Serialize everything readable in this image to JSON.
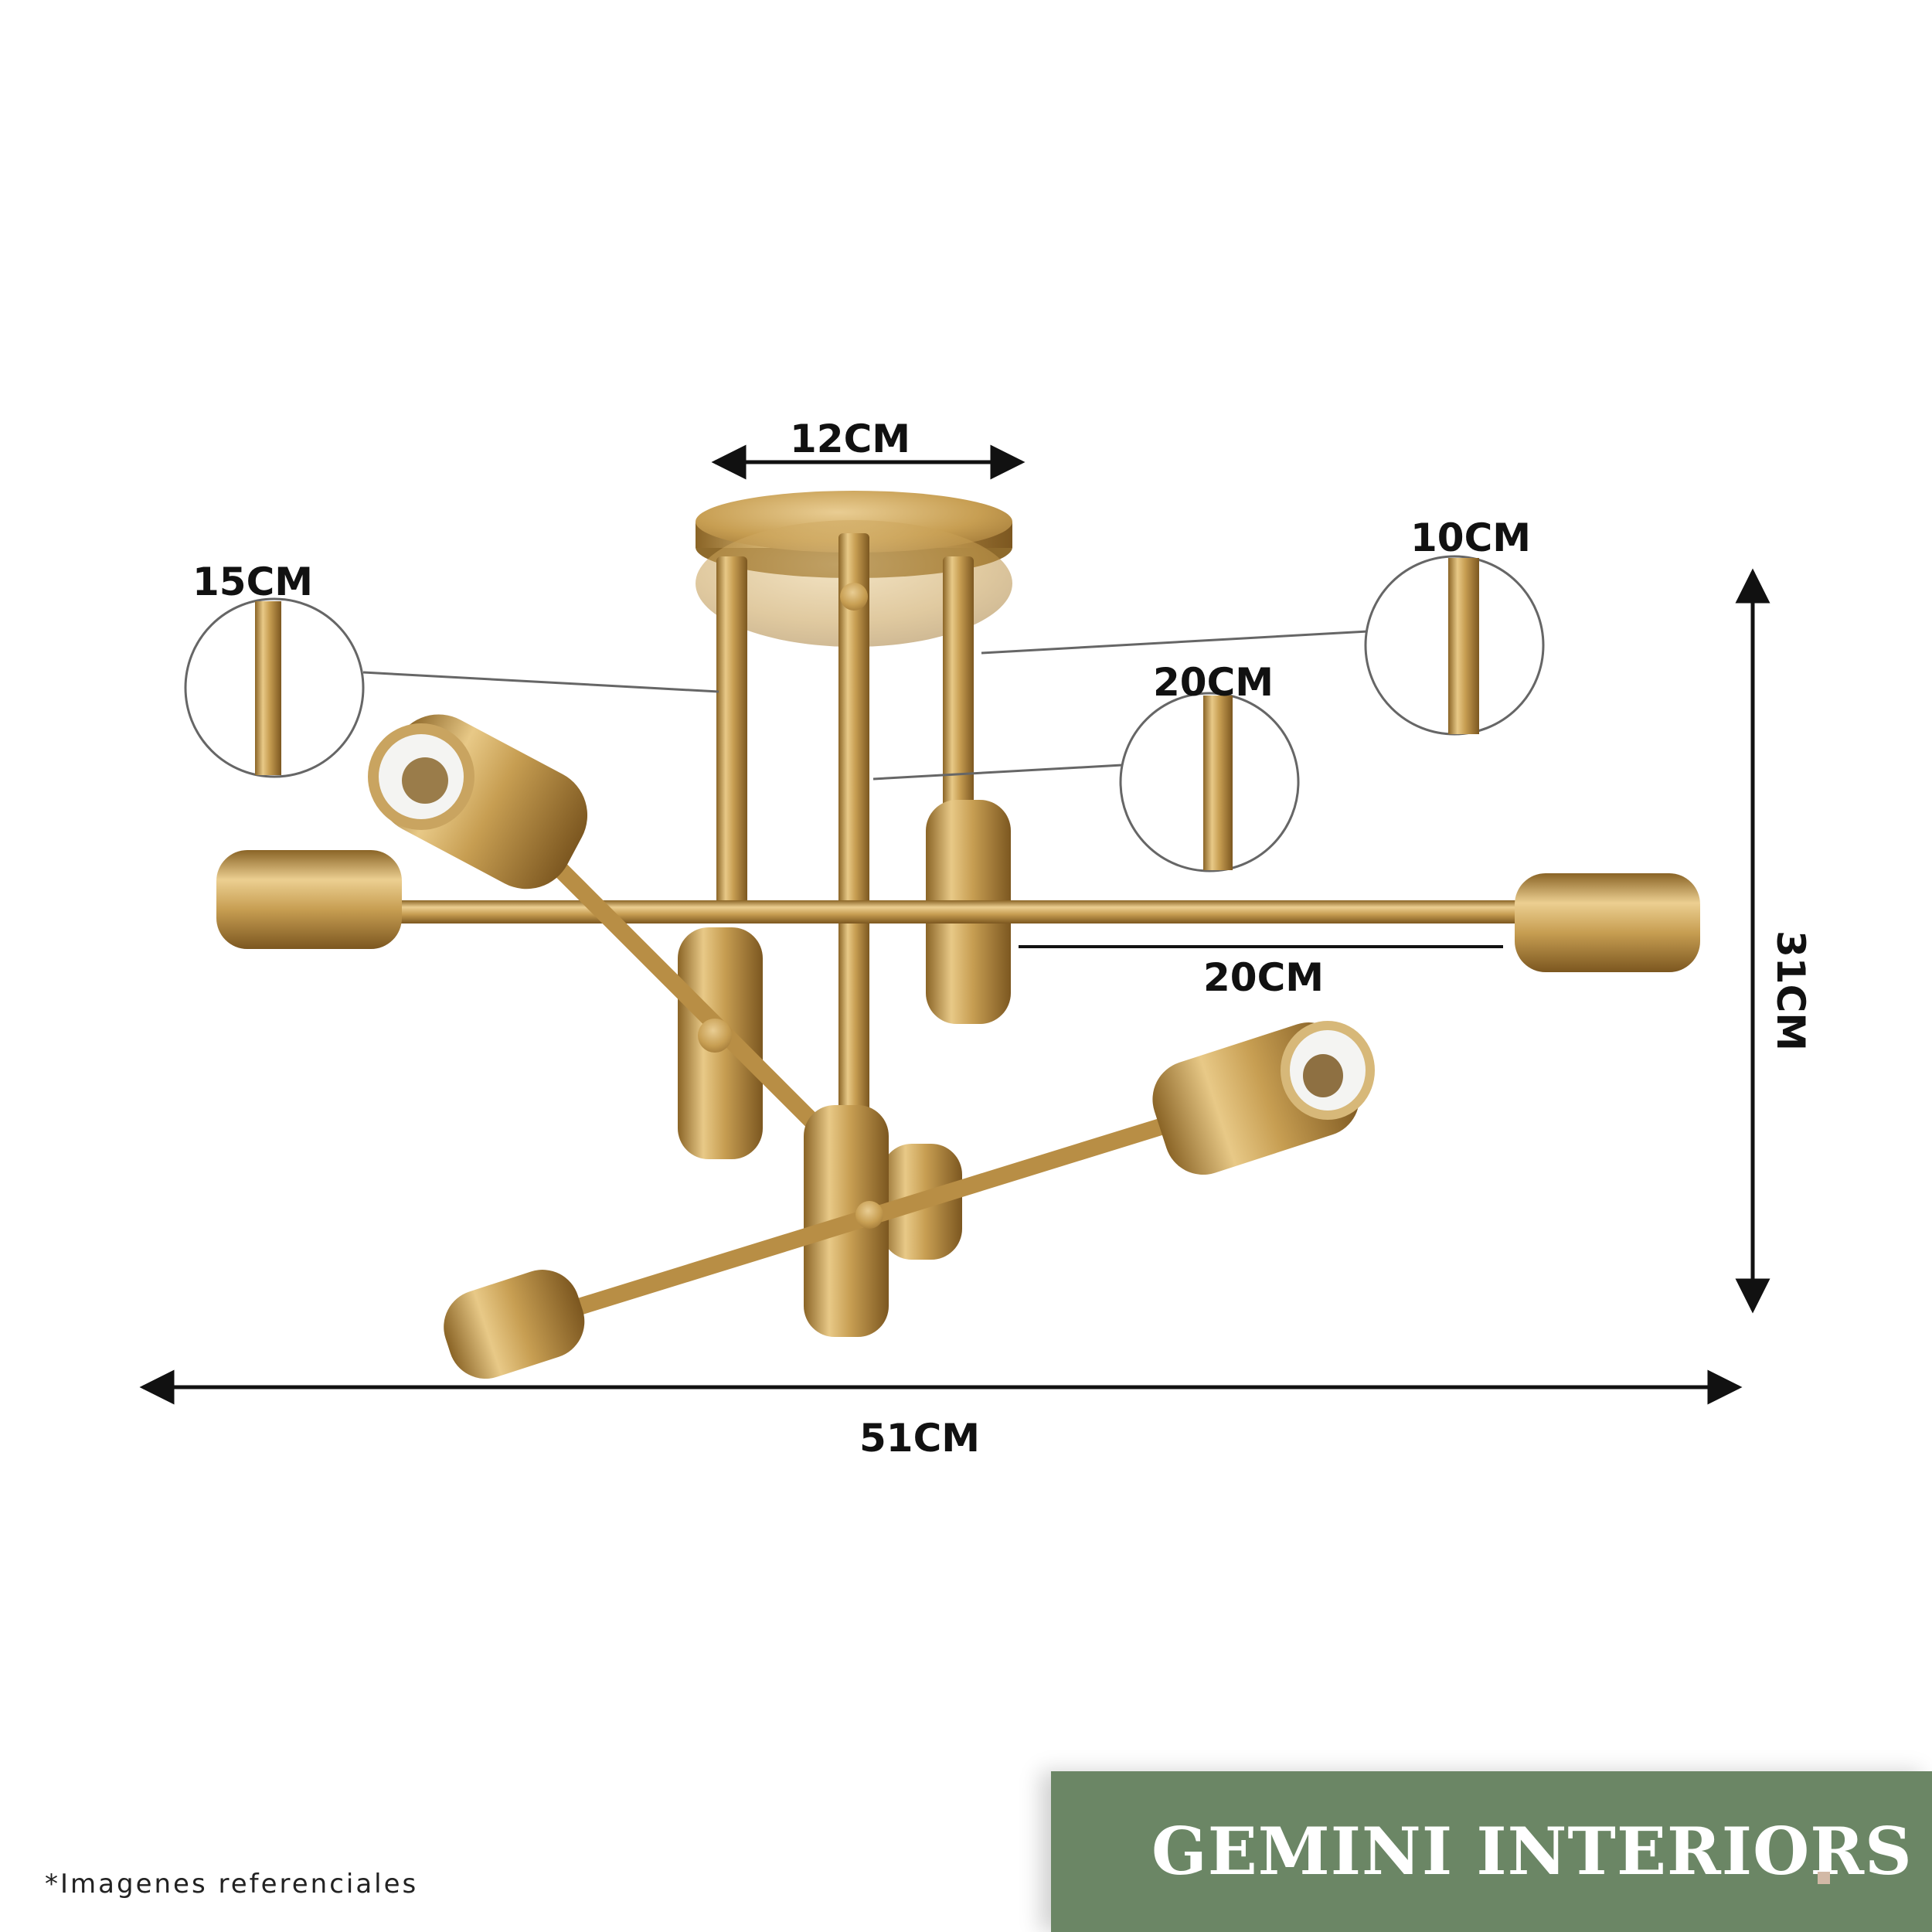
{
  "dimensions": {
    "canopy_width": "12CM",
    "rod_left": "15CM",
    "rod_right": "10CM",
    "rod_center": "20CM",
    "arm_length": "20CM",
    "total_height": "31CM",
    "total_width": "51CM"
  },
  "footer": {
    "note": "*Imagenes referenciales",
    "brand": "GEMINI INTERIORS",
    "brand_dot": "."
  },
  "colors": {
    "brand_bg": "#6b8665",
    "brand_text": "#ffffff",
    "brand_dot": "#d2b9a6",
    "brass": "#c79e52"
  },
  "icons": [
    "chandelier-image",
    "dimension-arrow-icon",
    "zoom-circle-icon"
  ]
}
